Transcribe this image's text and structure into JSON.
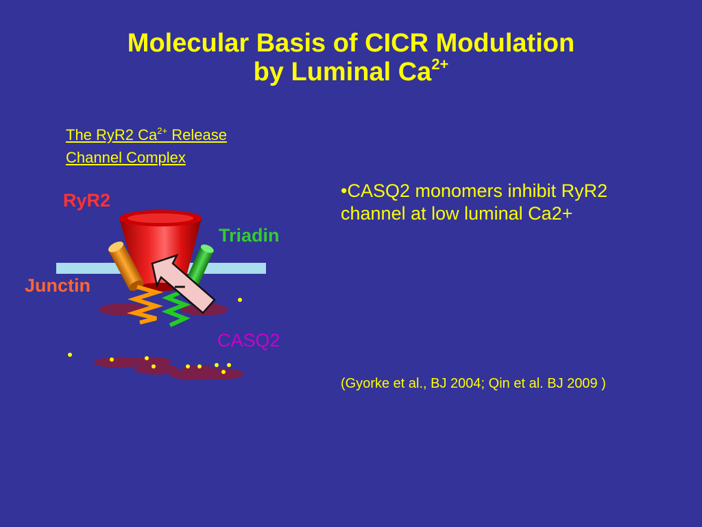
{
  "title": {
    "line1": "Molecular Basis of CICR Modulation",
    "line2_text": "by  Luminal Ca",
    "line2_sup": "2+"
  },
  "subtitle": {
    "part1": "The RyR2 Ca",
    "sup": "2+",
    "part2": " Release",
    "line2": "Channel Complex"
  },
  "diagram": {
    "labels": {
      "ryr2": "RyR2",
      "triadin": "Triadin",
      "junctin": "Junctin",
      "casq2": "CASQ2"
    },
    "inhibition_sign": "–",
    "colors": {
      "background": "#333399",
      "text": "#ffff00",
      "membrane": "#aaddee",
      "ryr2": "#dd1111",
      "junctin": "#ff8800",
      "triadin": "#33cc33",
      "casq2": "#7a1f4a",
      "calcium": "#ffff00",
      "arrow": "#f5c8c8"
    }
  },
  "bullet": "•CASQ2 monomers inhibit RyR2 channel at low luminal Ca2+",
  "citation": "(Gyorke   et al., BJ  2004; Qin et al. BJ 2009 )"
}
